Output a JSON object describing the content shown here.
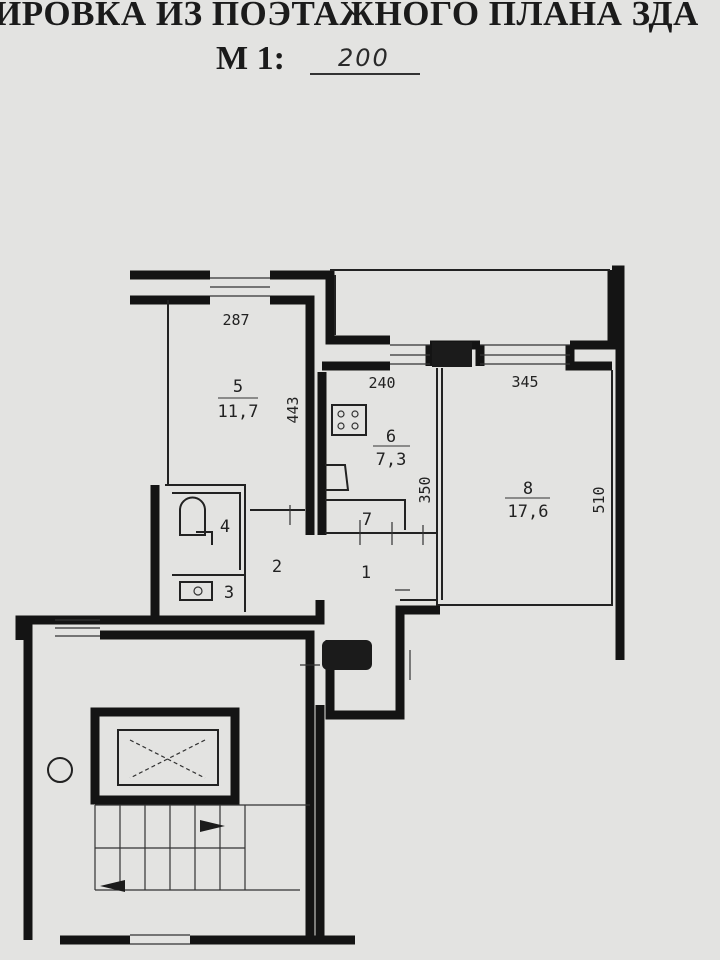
{
  "header": {
    "title": "ИРОВКА ИЗ ПОЭТАЖНОГО ПЛАНА ЗДА",
    "scale_label": "М 1:",
    "scale_value": "200"
  },
  "rooms": [
    {
      "number": "5",
      "area": "11,7"
    },
    {
      "number": "6",
      "area": "7,3"
    },
    {
      "number": "8",
      "area": "17,6"
    },
    {
      "number": "7"
    },
    {
      "number": "4"
    },
    {
      "number": "3"
    },
    {
      "number": "2"
    },
    {
      "number": "1"
    }
  ],
  "dimensions": {
    "room5_width": "287",
    "room5_length": "443",
    "kitchen_width": "240",
    "kitchen_length": "350",
    "room8_width": "345",
    "room8_length": "510"
  }
}
